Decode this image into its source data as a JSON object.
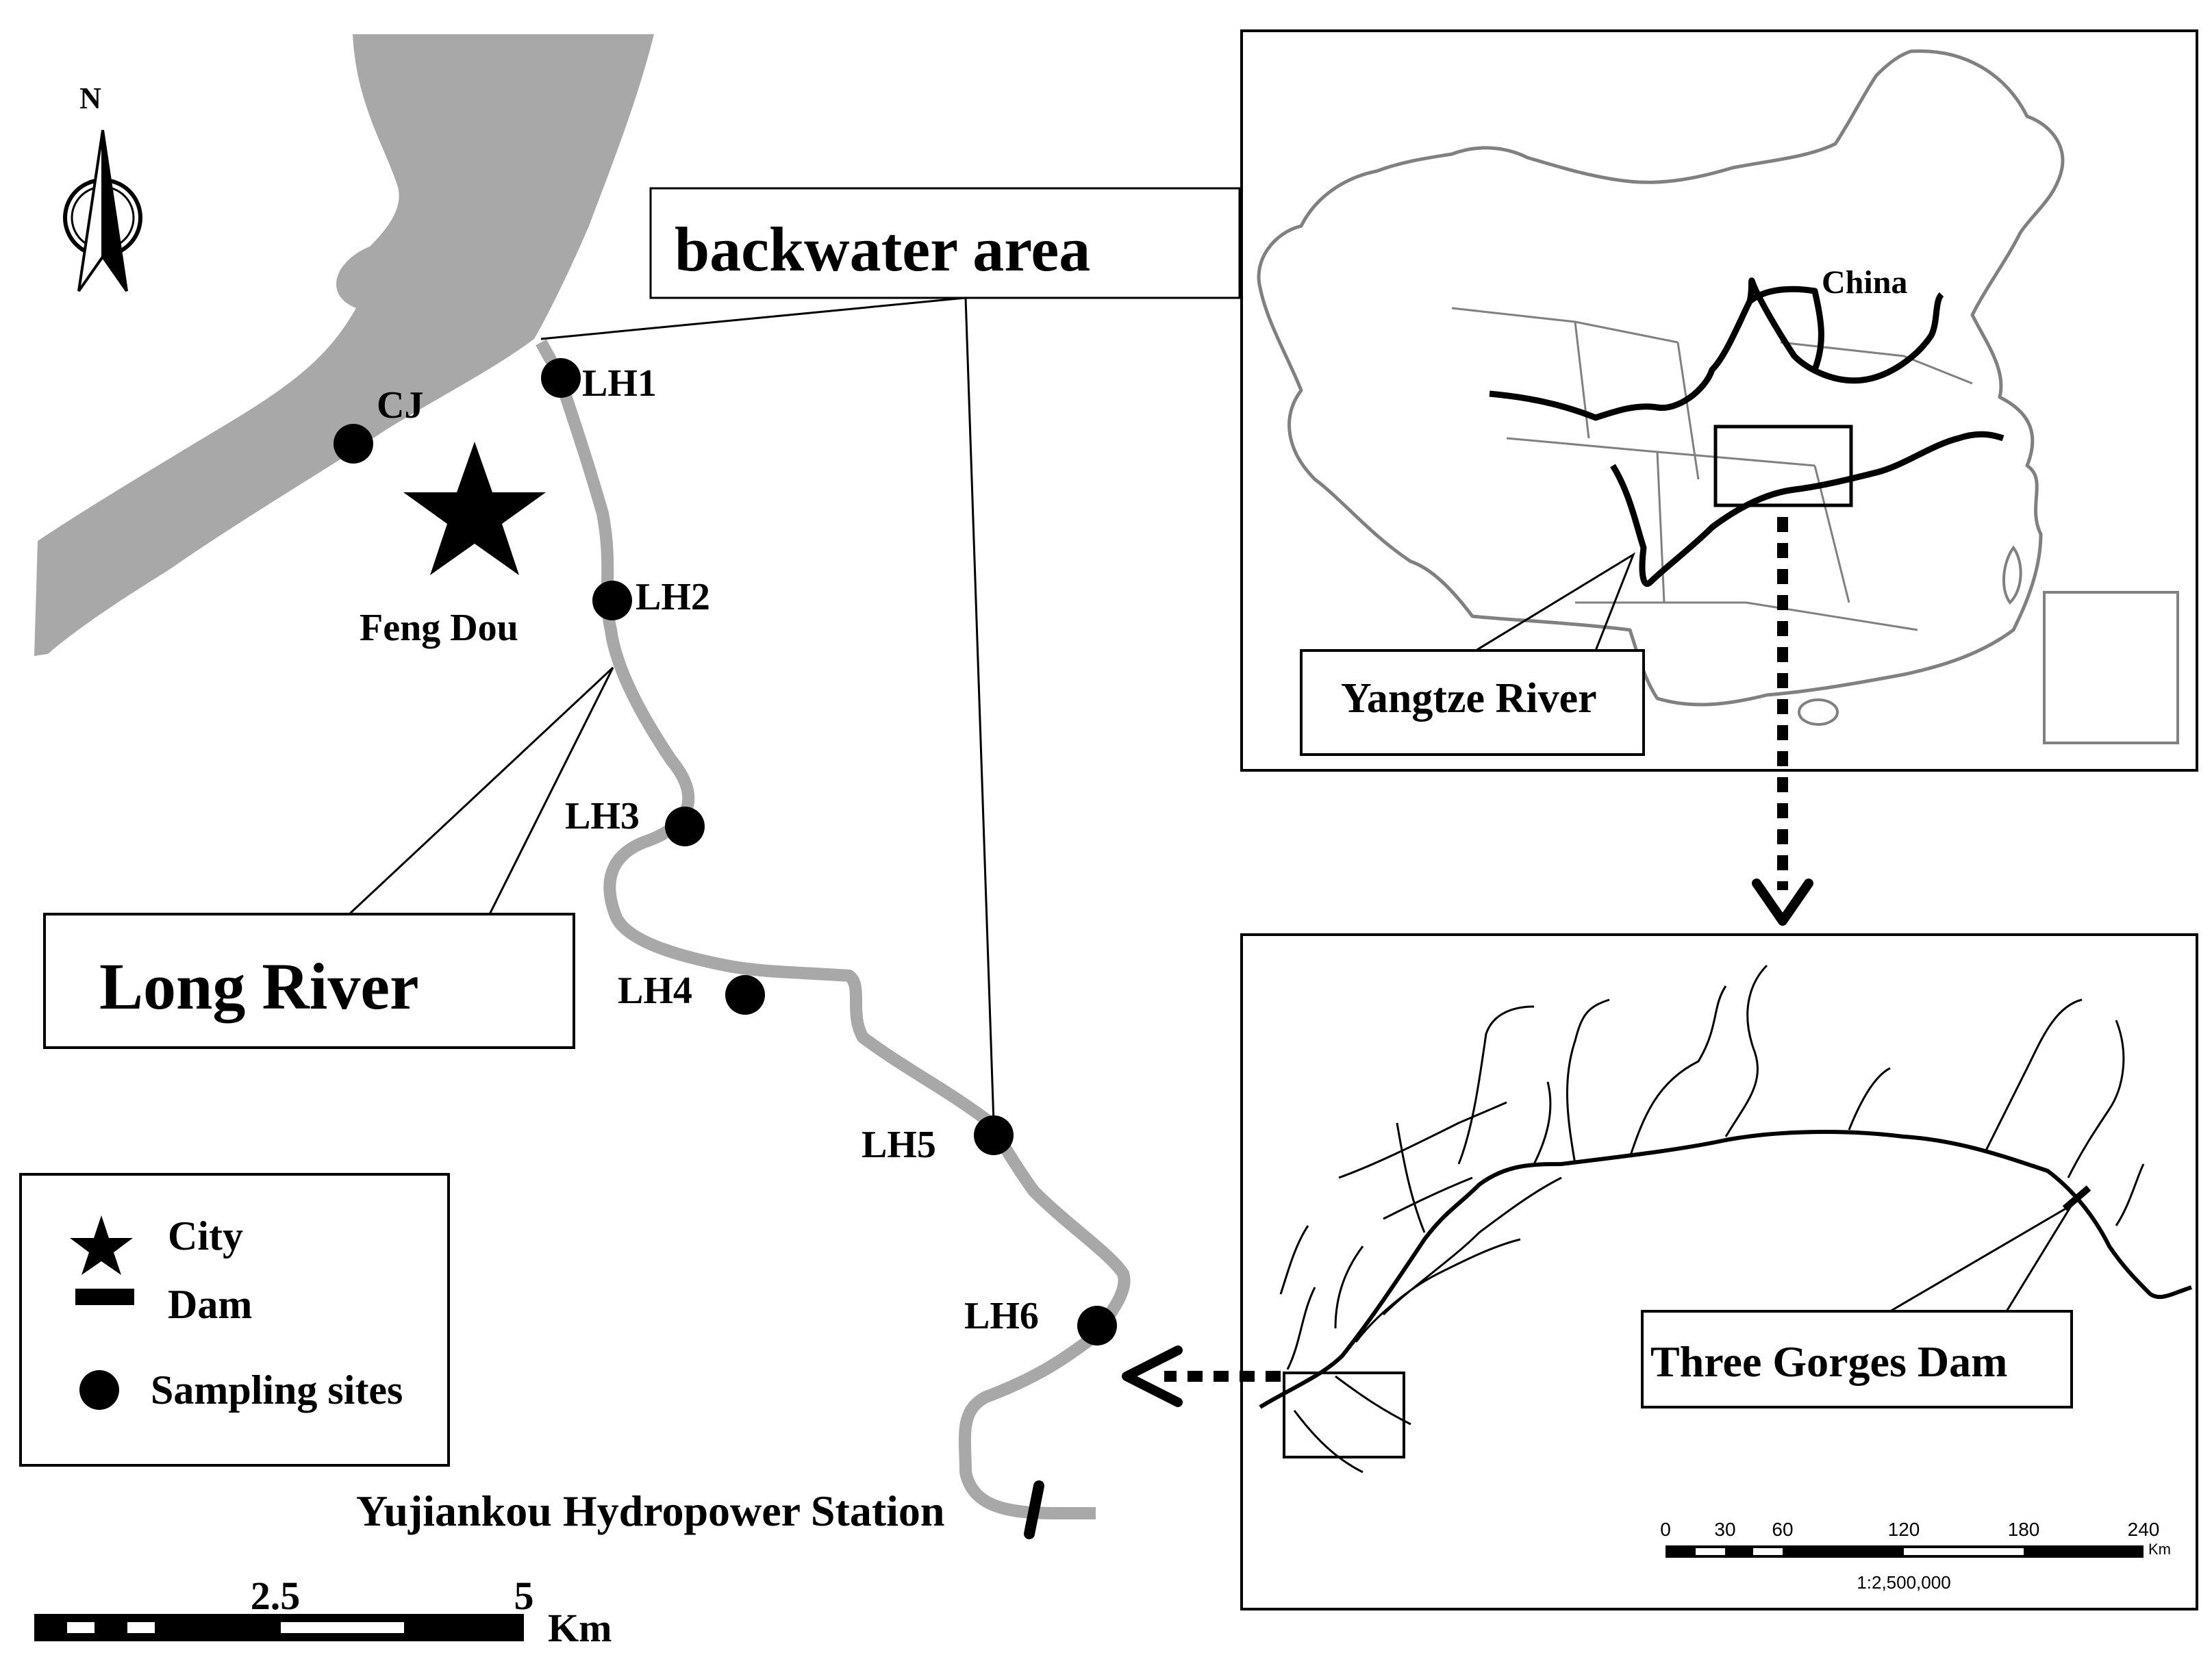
{
  "north_arrow": {
    "label": "N"
  },
  "main_map": {
    "city": {
      "name": "Feng Dou"
    },
    "site_cj": "CJ",
    "sites": [
      "LH1",
      "LH2",
      "LH3",
      "LH4",
      "LH5",
      "LH6"
    ],
    "backwater_label": "backwater area",
    "river_label": "Long River",
    "station_label": "Yujiankou Hydropower Station"
  },
  "legend": {
    "items": [
      {
        "label": "City",
        "icon": "star-icon"
      },
      {
        "label": "Dam",
        "icon": "dam-bar-icon"
      },
      {
        "label": "Sampling sites",
        "icon": "dot-icon"
      }
    ]
  },
  "scale_bar": {
    "ticks": [
      "2.5",
      "5"
    ],
    "unit": "Km"
  },
  "inset_china": {
    "country_label": "China",
    "river_label": "Yangtze River"
  },
  "inset_yangtze": {
    "dam_label": "Three Gorges Dam",
    "scale_ticks": [
      "0",
      "30",
      "60",
      "120",
      "180",
      "240"
    ],
    "scale_unit": "Km",
    "ratio": "1:2,500,000"
  },
  "colors": {
    "river_fill": "#a8a8a8",
    "outline": "#000000",
    "china_border": "#808080"
  }
}
